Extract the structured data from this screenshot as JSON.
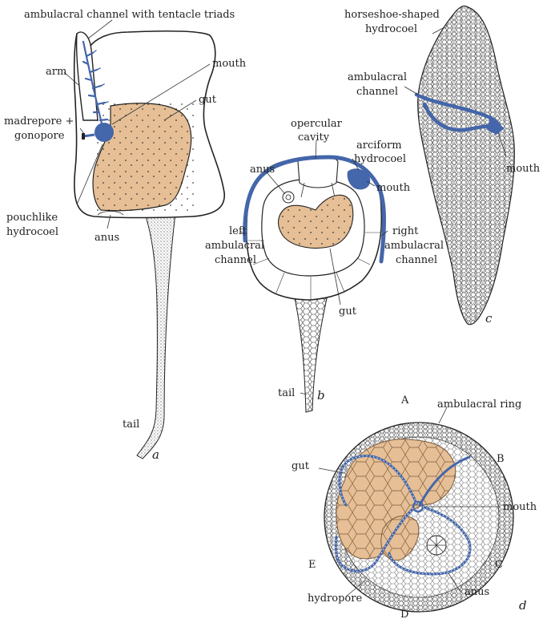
{
  "colors": {
    "ambulacral": "#4466aa",
    "gut": "#e6bf96",
    "outline": "#222222",
    "background": "#ffffff"
  },
  "panels": {
    "a": {
      "letter": "a",
      "labels": {
        "ambulacral_channel": "ambulacral channel with tentacle triads",
        "arm": "arm",
        "mouth": "mouth",
        "gut": "gut",
        "madrepore_line1": "madrepore +",
        "madrepore_line2": "gonopore",
        "pouch_line1": "pouchlike",
        "pouch_line2": "hydrocoel",
        "anus": "anus",
        "tail": "tail"
      }
    },
    "b": {
      "letter": "b",
      "labels": {
        "opercular_line1": "opercular",
        "opercular_line2": "cavity",
        "arciform_line1": "arciform",
        "arciform_line2": "hydrocoel",
        "anus": "anus",
        "mouth": "mouth",
        "left_line1": "left",
        "left_line2": "ambulacral",
        "left_line3": "channel",
        "right_line1": "right",
        "right_line2": "ambulacral",
        "right_line3": "channel",
        "gut": "gut",
        "tail": "tail"
      }
    },
    "c": {
      "letter": "c",
      "labels": {
        "horseshoe_line1": "horseshoe-shaped",
        "horseshoe_line2": "hydrocoel",
        "ambulacral_line1": "ambulacral",
        "ambulacral_line2": "channel",
        "mouth": "mouth"
      }
    },
    "d": {
      "letter": "d",
      "labels": {
        "A": "A",
        "B": "B",
        "C": "C",
        "D": "D",
        "E": "E",
        "ambulacral_ring": "ambulacral ring",
        "gut": "gut",
        "mouth": "mouth",
        "anus": "anus",
        "hydropore": "hydropore"
      }
    }
  }
}
